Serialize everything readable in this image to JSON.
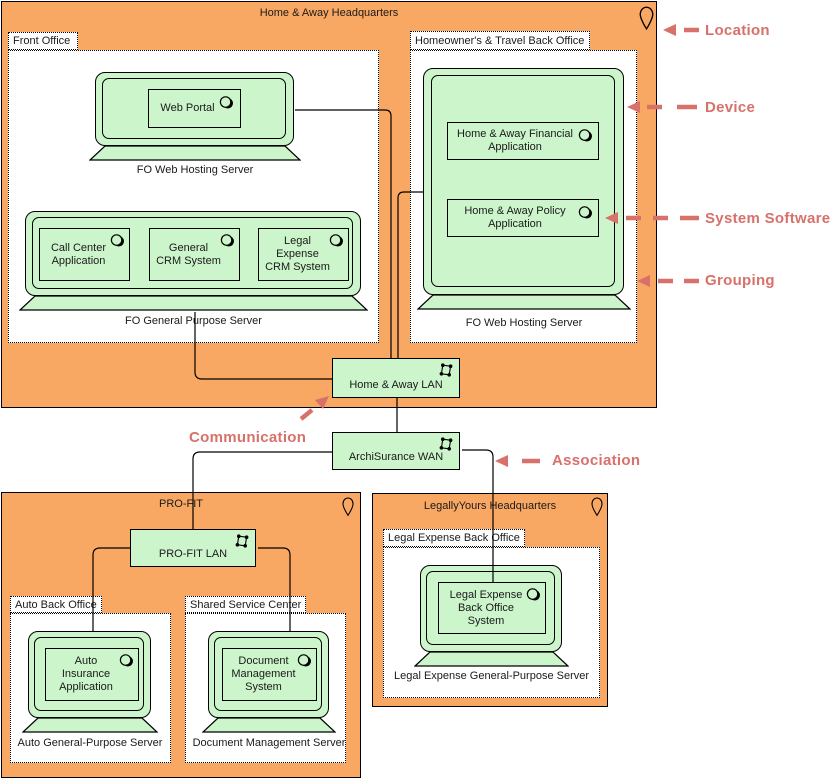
{
  "colors": {
    "location_fill": "#F9A864",
    "node_fill": "#CCF5CB",
    "annotation": "#D7716A",
    "line": "#000000"
  },
  "icons": {
    "location": "map-pin",
    "network": "network-nodes",
    "system_software": "overlapping-circles"
  },
  "locations": {
    "haw": "Home & Away Headquarters",
    "profit": "PRO-FIT",
    "legally": "LegallyYours Headquarters"
  },
  "groupings": {
    "front_office": "Front Office",
    "homeowners": "Homeowner's & Travel Back Office",
    "auto": "Auto Back Office",
    "shared": "Shared Service Center",
    "legal": "Legal Expense Back Office"
  },
  "devices": {
    "fo_web1": "FO Web Hosting Server",
    "fo_gp": "FO General Purpose Server",
    "fo_web2": "FO Web Hosting Server",
    "auto_server": "Auto General-Purpose Server",
    "dms_server": "Document Management Server",
    "legal_server": "Legal Expense General-Purpose Server"
  },
  "software": {
    "web_portal": "Web Portal",
    "call_center": "Call Center\nApplication",
    "general_crm": "General\nCRM System",
    "legal_crm": "Legal\nExpense\nCRM System",
    "haw_financial": "Home & Away Financial\nApplication",
    "haw_policy": "Home & Away Policy\nApplication",
    "auto_insurance": "Auto\nInsurance\nApplication",
    "dms": "Document\nManagement\nSystem",
    "legal_bo": "Legal Expense\nBack Office\nSystem"
  },
  "networks": {
    "haw_lan": "Home & Away LAN",
    "wan": "ArchiSurance WAN",
    "profit_lan": "PRO-FIT LAN"
  },
  "annotations": {
    "location": "Location",
    "device": "Device",
    "system_software": "System Software",
    "grouping": "Grouping",
    "communication": "Communication",
    "association": "Association"
  }
}
